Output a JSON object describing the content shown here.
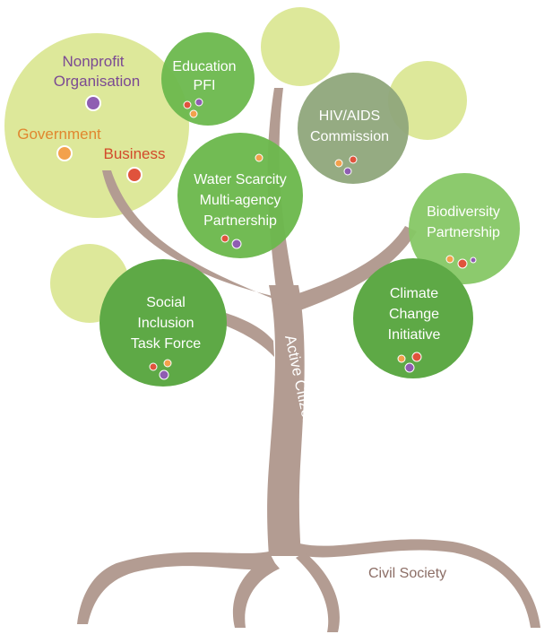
{
  "colors": {
    "trunk": "#b39c92",
    "pale_circle": "#dde89a",
    "green_circle": "#6cb84d",
    "green_circle_dark": "#5ea946",
    "green_circle_light": "#86c765",
    "grey_green_circle": "#8fa77b",
    "dot_purple": "#8f5db2",
    "dot_orange": "#f3a14c",
    "dot_red": "#e0533c",
    "text_purple": "#7b4a93",
    "text_orange": "#e0872f",
    "text_red": "#d24a2b",
    "text_brown": "#8c6e66"
  },
  "sectors": {
    "nonprofit_line1": "Nonprofit",
    "nonprofit_line2": "Organisation",
    "government": "Government",
    "business": "Business"
  },
  "partnerships": {
    "education": [
      "Education",
      "PFI"
    ],
    "hiv": [
      "HIV/AIDS",
      "Commission"
    ],
    "water": [
      "Water Scarcity",
      "Multi-agency",
      "Partnership"
    ],
    "biodiversity": [
      "Biodiversity",
      "Partnership"
    ],
    "social": [
      "Social",
      "Inclusion",
      "Task Force"
    ],
    "climate": [
      "Climate",
      "Change",
      "Initiative"
    ]
  },
  "trunk_label": "Active Citizenship",
  "roots_label": "Civil Society"
}
